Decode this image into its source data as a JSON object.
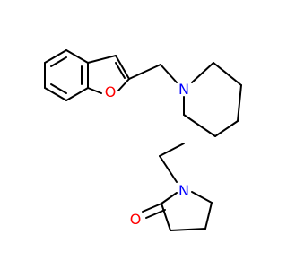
{
  "molecule": {
    "atoms": [
      {
        "id": "o-furan",
        "symbol": "O",
        "color": "#ff0000"
      },
      {
        "id": "n-piperidine",
        "symbol": "N",
        "color": "#0000ff"
      },
      {
        "id": "n-pyrrolidinone",
        "symbol": "N",
        "color": "#0000ff"
      },
      {
        "id": "o-carbonyl",
        "symbol": "O",
        "color": "#ff0000"
      }
    ],
    "bond_color": "#000000"
  }
}
